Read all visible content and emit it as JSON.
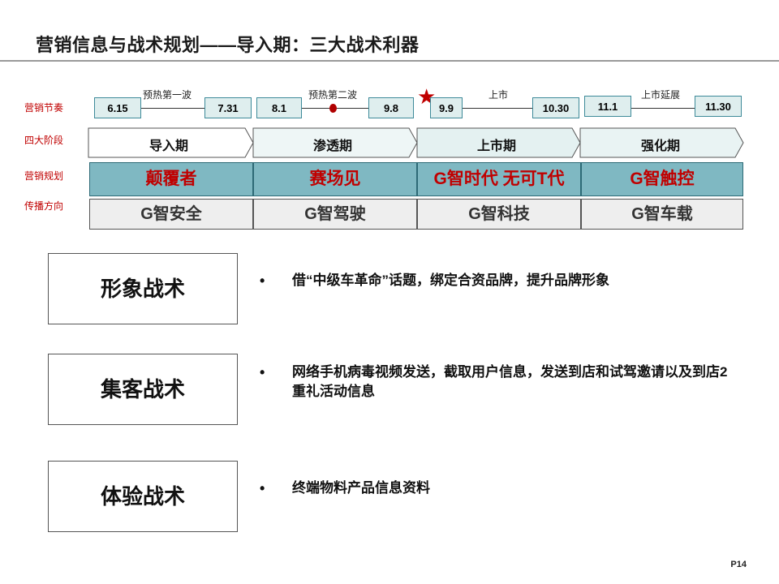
{
  "title": "营销信息与战术规划——导入期：三大战术利器",
  "row_labels": {
    "rhythm": "营销节奏",
    "stages": "四大阶段",
    "plan": "营销规划",
    "direction": "传播方向"
  },
  "timeline": [
    {
      "start": "6.15",
      "end": "7.31",
      "wave": "预热第一波"
    },
    {
      "start": "8.1",
      "end": "9.8",
      "wave": "预热第二波"
    },
    {
      "start": "9.9",
      "end": "10.30",
      "wave": "上市"
    },
    {
      "start": "11.1",
      "end": "11.30",
      "wave": "上市延展"
    }
  ],
  "phases": [
    "导入期",
    "渗透期",
    "上市期",
    "强化期"
  ],
  "plans": [
    "颠覆者",
    "赛场见",
    "G智时代 无可T代",
    "G智触控"
  ],
  "directions": [
    "G智安全",
    "G智驾驶",
    "G智科技",
    "G智车载"
  ],
  "tactics": [
    {
      "name": "形象战术",
      "bullets": [
        "借“中级车革命”话题，绑定合资品牌，提升品牌形象"
      ]
    },
    {
      "name": "集客战术",
      "bullets": [
        "网络手机病毒视频发送，截取用户信息，发送到店和试驾邀请以及到店2重礼活动信息"
      ]
    },
    {
      "name": "体验战术",
      "bullets": [
        "终端物料产品信息资料"
      ]
    }
  ],
  "bullet_symbol": "•",
  "page_number": "P14",
  "colors": {
    "accent_red": "#c00000",
    "teal_fill": "#7fb8c2",
    "teal_border": "#3d8a99",
    "light_teal": "#dfeeee",
    "grey_fill": "#eeeeee"
  }
}
